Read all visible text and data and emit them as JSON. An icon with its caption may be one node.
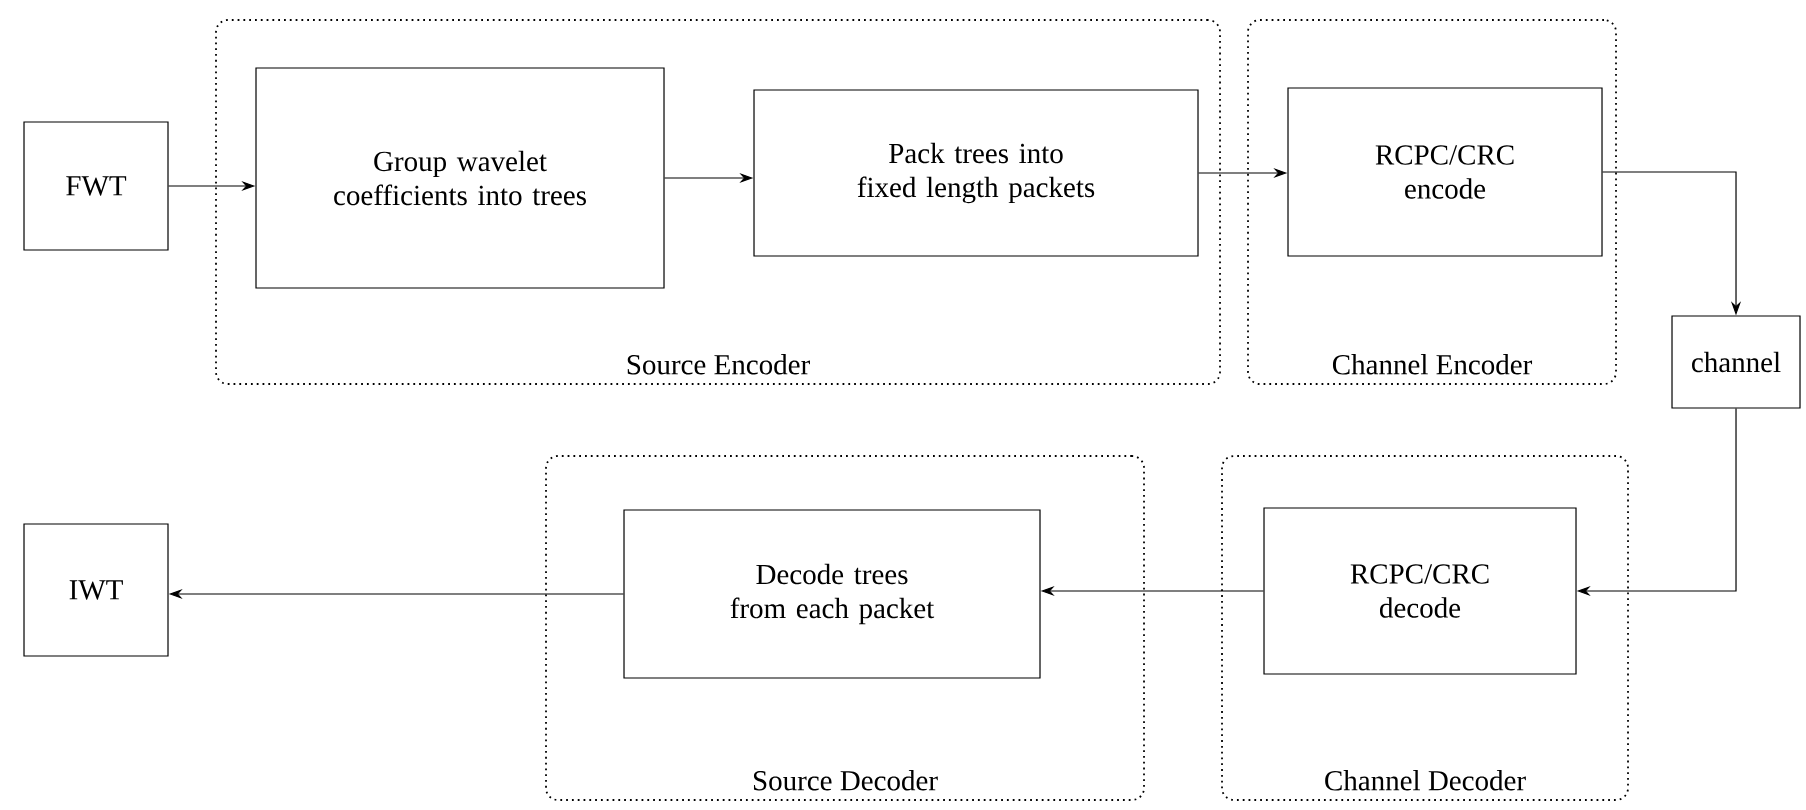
{
  "diagram": {
    "nodes": [
      {
        "text": [
          "Source Encoder"
        ]
      },
      {
        "text": [
          "Channel Encoder"
        ]
      },
      {
        "text": [
          "FWT"
        ]
      },
      {
        "text": [
          "Group wavelet coefficients into trees"
        ],
        "in": 0
      },
      {
        "text": [
          "Pack trees into fixed length packets"
        ],
        "in": 0
      },
      {
        "text": [
          "RCPC/CRC encode"
        ],
        "in": 1
      },
      {
        "text": [
          "channel"
        ]
      },
      {
        "text": [
          "Source Decoder"
        ]
      },
      {
        "text": [
          "Channel Decoder"
        ]
      },
      {
        "text": [
          "Decode trees from each packet"
        ],
        "in": 7
      },
      {
        "text": [
          "RCPC/CRC decode"
        ],
        "in": 8
      },
      {
        "text": [
          "IWT"
        ]
      }
    ],
    "edges": [
      {
        "from": 2,
        "to": 3,
        "arrow": "to"
      },
      {
        "from": 3,
        "to": 4,
        "arrow": "to"
      },
      {
        "from": 4,
        "to": 5,
        "arrow": "to"
      },
      {
        "from": 5,
        "to": 6,
        "arrow": "to"
      },
      {
        "from": 6,
        "to": 10,
        "arrow": "to"
      },
      {
        "from": 10,
        "to": 9,
        "arrow": "to"
      },
      {
        "from": 9,
        "to": 11,
        "arrow": "to"
      }
    ]
  }
}
